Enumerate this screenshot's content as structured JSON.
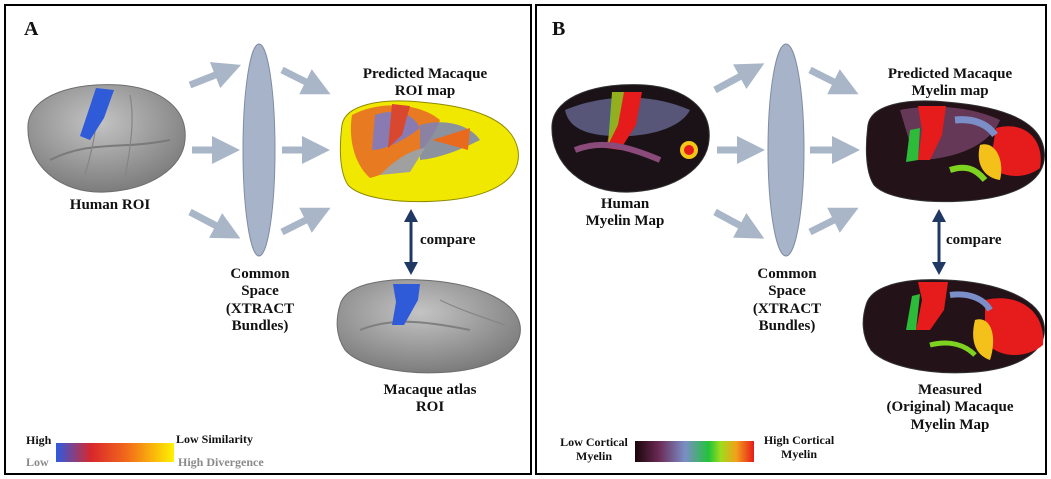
{
  "panel_a": {
    "letter": "A",
    "human_label": "Human ROI",
    "common_space": [
      "Common",
      "Space",
      "(XTRACT",
      "Bundles)"
    ],
    "predicted": [
      "Predicted Macaque",
      "ROI map"
    ],
    "compare": "compare",
    "atlas": [
      "Macaque atlas",
      "ROI"
    ],
    "legend": {
      "high": "High",
      "low": "Low",
      "low_similarity": "Low Similarity",
      "high_divergence": "High Divergence"
    }
  },
  "panel_b": {
    "letter": "B",
    "human_label": [
      "Human",
      "Myelin Map"
    ],
    "common_space": [
      "Common",
      "Space",
      "(XTRACT",
      "Bundles)"
    ],
    "predicted": [
      "Predicted Macaque",
      "Myelin map"
    ],
    "compare": "compare",
    "measured": [
      "Measured",
      "(Original) Macaque",
      "Myelin Map"
    ],
    "legend": {
      "low": [
        "Low Cortical",
        "Myelin"
      ],
      "high": [
        "High Cortical",
        "Myelin"
      ]
    }
  },
  "colors": {
    "arrow": "#a9b6c8",
    "lens": "#a7b3c8",
    "compare_arrow": "#1f3864",
    "brain_gray": "#9b9b9b",
    "roi_blue": "#2f5bd8"
  }
}
